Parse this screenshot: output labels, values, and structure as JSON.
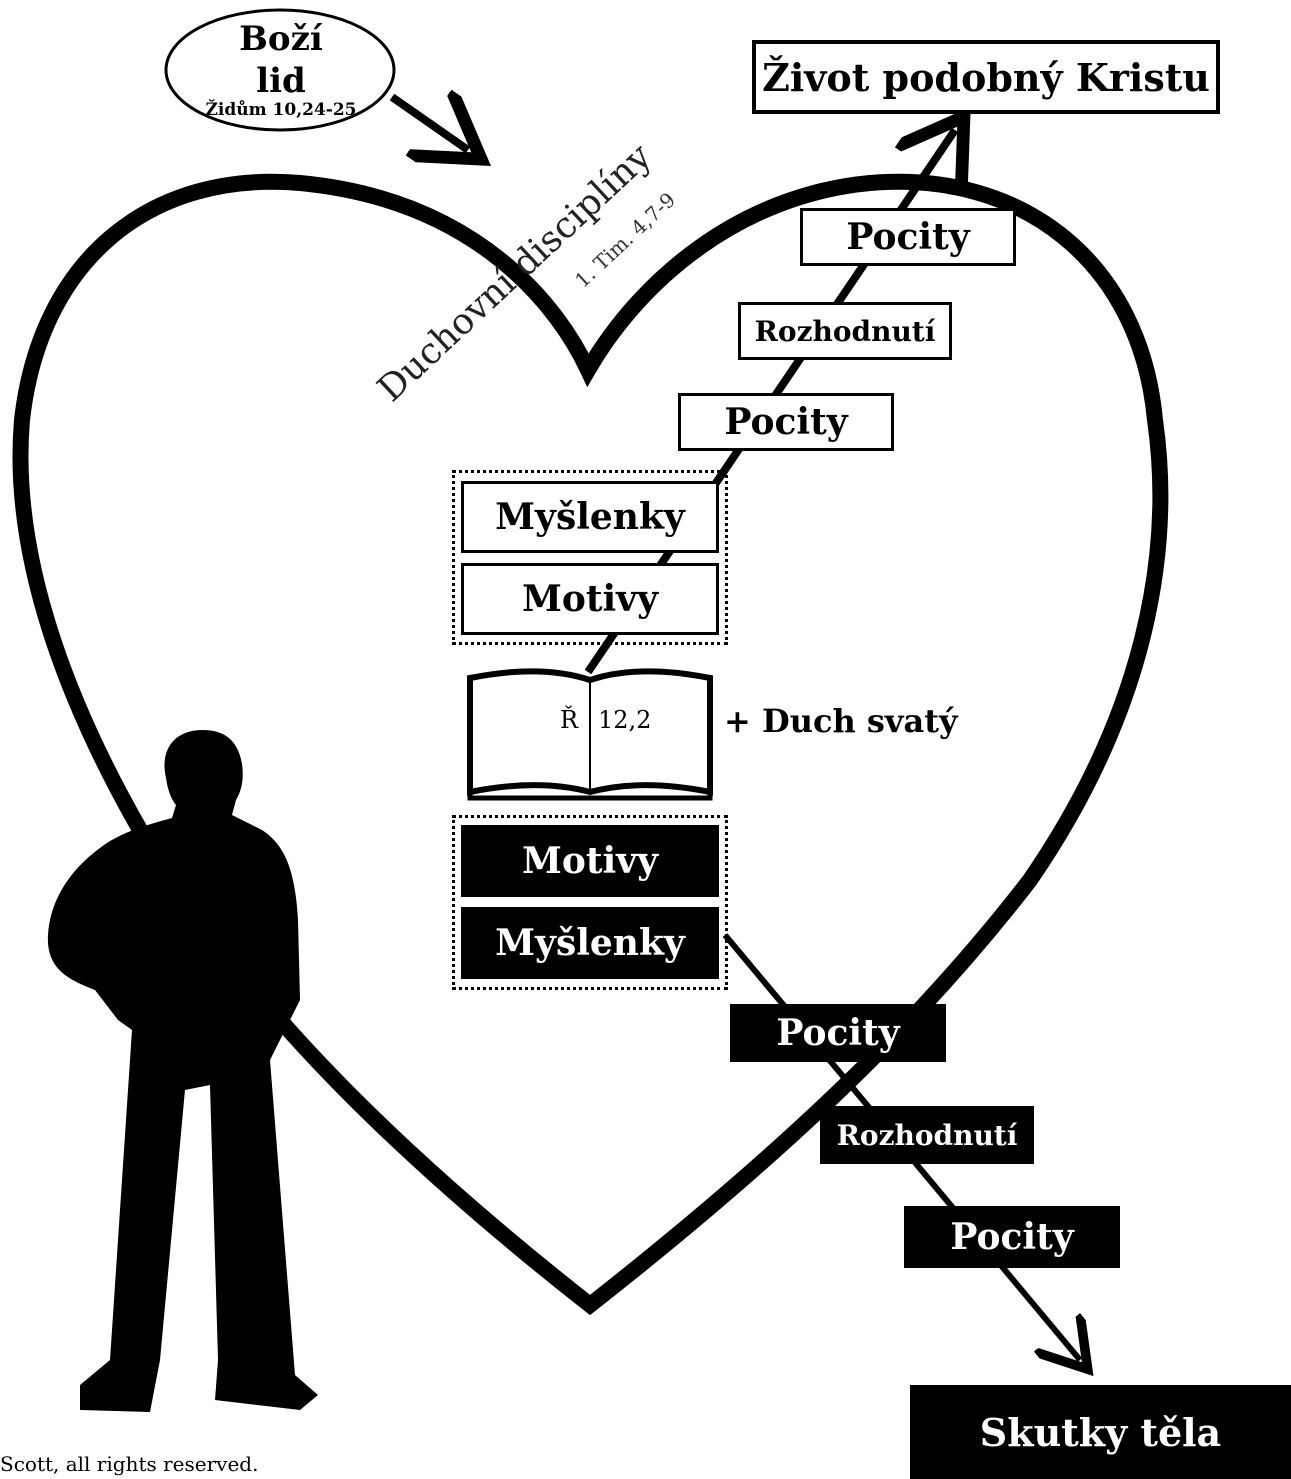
{
  "people_bubble": {
    "title_line1": "Boží",
    "title_line2": "lid",
    "reference": "Židům 10,24-25"
  },
  "disciplines": {
    "label": "Duchovní disciplíny",
    "reference": "1. Tim. 4,7-9"
  },
  "goal": "Život podobný Kristu",
  "upward_steps": {
    "top_feeling": "Pocity",
    "decision": "Rozhodnutí",
    "feeling": "Pocity",
    "thoughts": "Myšlenky",
    "motives": "Motivy"
  },
  "bible": {
    "left_page": "Ř",
    "right_page": "12,2",
    "spirit": "+ Duch svatý"
  },
  "downward_steps": {
    "motives": "Motivy",
    "thoughts": "Myšlenky",
    "feeling": "Pocity",
    "decision": "Rozhodnutí",
    "bottom_feeling": "Pocity"
  },
  "outcome": "Skutky těla",
  "copyright": "Scott, all rights reserved.",
  "colors": {
    "ink": "#000000",
    "paper": "#ffffff"
  }
}
